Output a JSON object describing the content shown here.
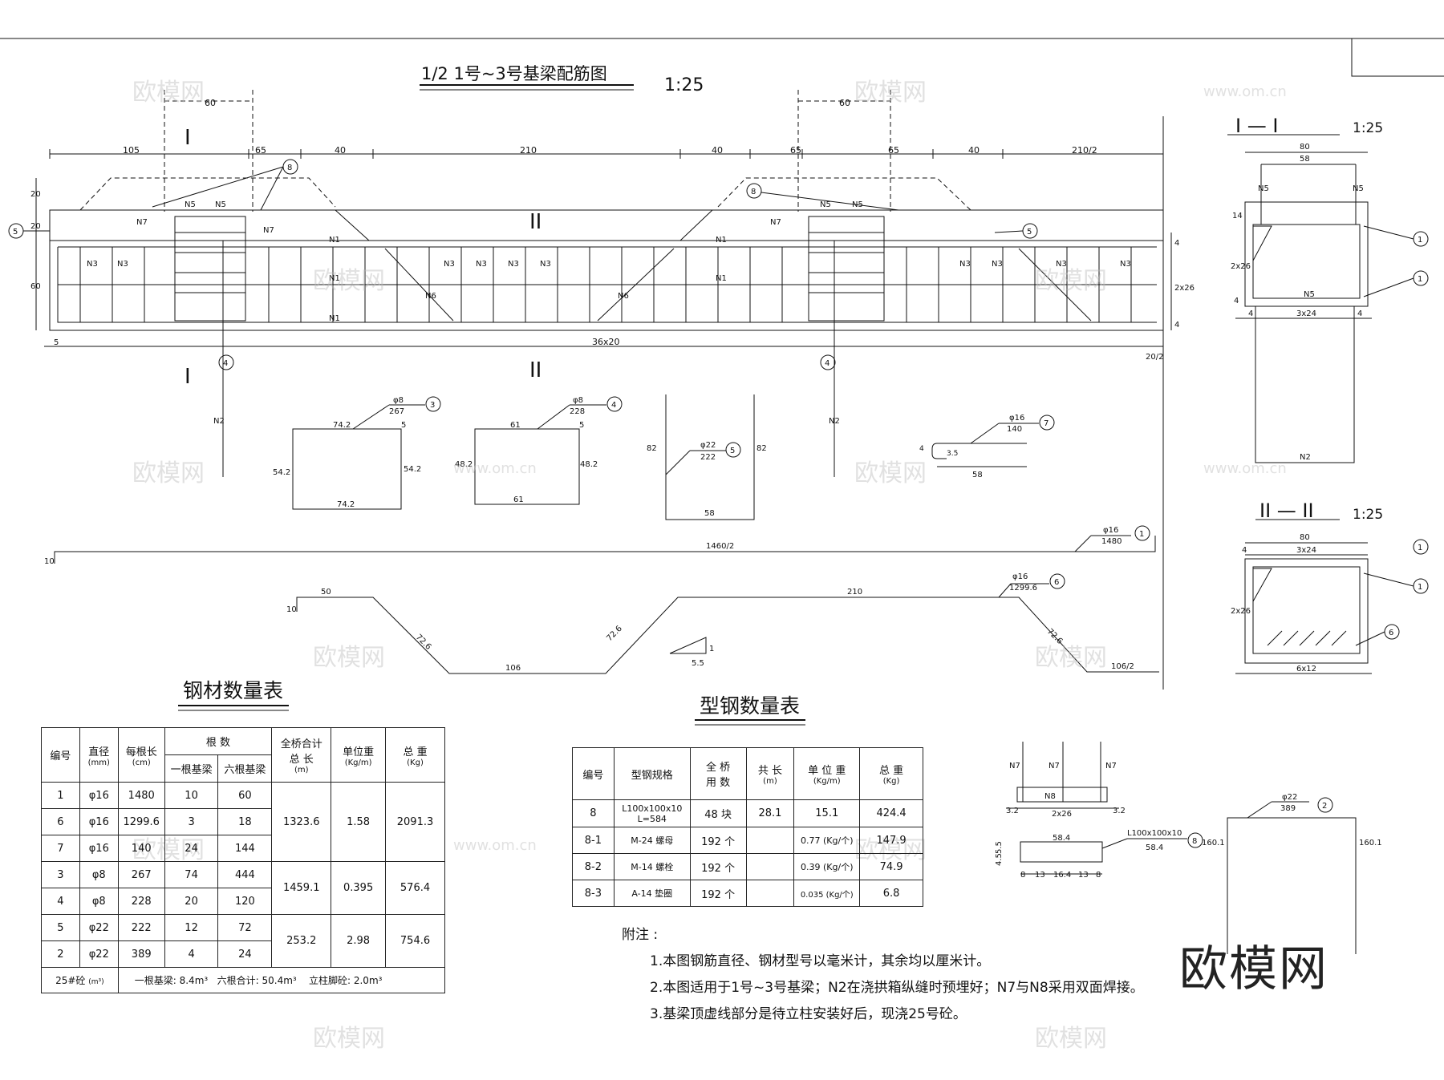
{
  "main_title": "1/2 1号~3号基梁配筋图",
  "main_scale": "1:25",
  "sec1_title": "I — I",
  "sec1_scale": "1:25",
  "sec2_title": "II — II",
  "sec2_scale": "1:25",
  "top_dims": [
    "105",
    "65",
    "40",
    "210",
    "40",
    "65",
    "65",
    "40",
    "210/2"
  ],
  "dim_60": "60",
  "bottom_dim": "36x20",
  "bottom_small": "5",
  "bottom_right": "20/2",
  "left_dims": [
    "20",
    "20",
    "60"
  ],
  "right_dims": [
    "4",
    "2x26",
    "4"
  ],
  "bar_labels": {
    "n1": "N1",
    "n2": "N2",
    "n3": "N3",
    "n5": "N5",
    "n6": "N6",
    "n7": "N7",
    "n8": "N8"
  },
  "section_marks": {
    "one": "I",
    "two": "II"
  },
  "callouts": [
    "1",
    "2",
    "3",
    "4",
    "5",
    "6",
    "7",
    "8"
  ],
  "bar3": {
    "dia": "φ8",
    "len": "267",
    "w": "74.2",
    "h": "54.2",
    "hook": "5"
  },
  "bar4": {
    "dia": "φ8",
    "len": "228",
    "w": "61",
    "h": "48.2",
    "hook": "5"
  },
  "bar5": {
    "dia": "φ22",
    "len": "222",
    "w": "58",
    "h": "82"
  },
  "bar7": {
    "dia": "φ16",
    "len": "140",
    "w": "58",
    "a": "3.5",
    "b": "4"
  },
  "bar1": {
    "dia": "φ16",
    "len": "1480",
    "span": "1460/2",
    "hook": "10"
  },
  "bar6": {
    "dia": "φ16",
    "len": "1299.6",
    "d50": "50",
    "d210": "210",
    "diag": "72.6",
    "d106": "106",
    "d106h": "106/2",
    "hook": "10"
  },
  "slope": {
    "a": "1",
    "b": "5.5"
  },
  "sec1_dims": {
    "w80": "80",
    "w58": "58",
    "h14": "14",
    "h226": "2x26",
    "h4": "4",
    "b324": "3x24",
    "b4": "4",
    "n5": "N5",
    "n2": "N2"
  },
  "sec2_dims": {
    "w80": "80",
    "t324": "3x24",
    "h226": "2x26",
    "b612": "6x12",
    "t4": "4"
  },
  "bar2": {
    "dia": "φ22",
    "len": "389",
    "h": "160.1"
  },
  "plate": {
    "n7": "N7",
    "n8": "N8",
    "d32": "3.2",
    "d226": "2x26",
    "d584": "58.4",
    "spec": "L100x100x10",
    "speclen": "58.4",
    "rows": [
      "5.5",
      "4.5",
      "5"
    ],
    "bot": [
      "8",
      "13",
      "16.4",
      "13",
      "8"
    ]
  },
  "steel_table": {
    "title": "钢材数量表",
    "headers": {
      "no": "编号",
      "dia": "直径",
      "dia_u": "(mm)",
      "len": "每根长",
      "len_u": "(cm)",
      "count": "根 数",
      "one": "一根基梁",
      "six": "六根基梁",
      "total": "全桥合计",
      "total2": "总 长",
      "total_u": "(m)",
      "unit": "单位重",
      "unit_u": "(Kg/m)",
      "weight": "总 重",
      "weight_u": "(Kg)"
    },
    "rows": [
      [
        "1",
        "φ16",
        "1480",
        "10",
        "60"
      ],
      [
        "6",
        "φ16",
        "1299.6",
        "3",
        "18"
      ],
      [
        "7",
        "φ16",
        "140",
        "24",
        "144"
      ],
      [
        "3",
        "φ8",
        "267",
        "74",
        "444"
      ],
      [
        "4",
        "φ8",
        "228",
        "20",
        "120"
      ],
      [
        "5",
        "φ22",
        "222",
        "12",
        "72"
      ],
      [
        "2",
        "φ22",
        "389",
        "4",
        "24"
      ]
    ],
    "groups": [
      {
        "total": "1323.6",
        "unit": "1.58",
        "weight": "2091.3"
      },
      {
        "total": "1459.1",
        "unit": "0.395",
        "weight": "576.4"
      },
      {
        "total": "253.2",
        "unit": "2.98",
        "weight": "754.6"
      }
    ],
    "footer": {
      "label": "25#砼",
      "unit": "(m³)",
      "one": "一根基梁:  8.4m³",
      "six": "六根合计:  50.4m³",
      "col": "立柱脚砼:  2.0m³"
    }
  },
  "profile_table": {
    "title": "型钢数量表",
    "headers": {
      "no": "编号",
      "spec": "型钢规格",
      "qty": "全 桥",
      "qty2": "用 数",
      "len": "共 长",
      "len_u": "(m)",
      "unit": "单 位 重",
      "unit_u": "(Kg/m)",
      "weight": "总 重",
      "weight_u": "(Kg)"
    },
    "rows": [
      [
        "8",
        "L100x100x10\nL=584",
        "48  块",
        "28.1",
        "15.1",
        "424.4"
      ],
      [
        "8-1",
        "M-24   螺母",
        "192  个",
        "",
        "0.77 (Kg/个)",
        "147.9"
      ],
      [
        "8-2",
        "M-14   螺栓",
        "192  个",
        "",
        "0.39 (Kg/个)",
        "74.9"
      ],
      [
        "8-3",
        "A-14   垫圈",
        "192  个",
        "",
        "0.035 (Kg/个)",
        "6.8"
      ]
    ]
  },
  "notes": {
    "title": "附注 :",
    "items": [
      "1.本图钢筋直径、钢材型号以毫米计，其余均以厘米计。",
      "2.本图适用于1号~3号基梁；N2在浇拱箱纵缝时预埋好；N7与N8采用双面焊接。",
      "3.基梁顶虚线部分是待立柱安装好后，现浇25号砼。"
    ]
  },
  "watermark": {
    "text": "欧模网",
    "url": "www.om.cn"
  },
  "brand": "欧模网"
}
